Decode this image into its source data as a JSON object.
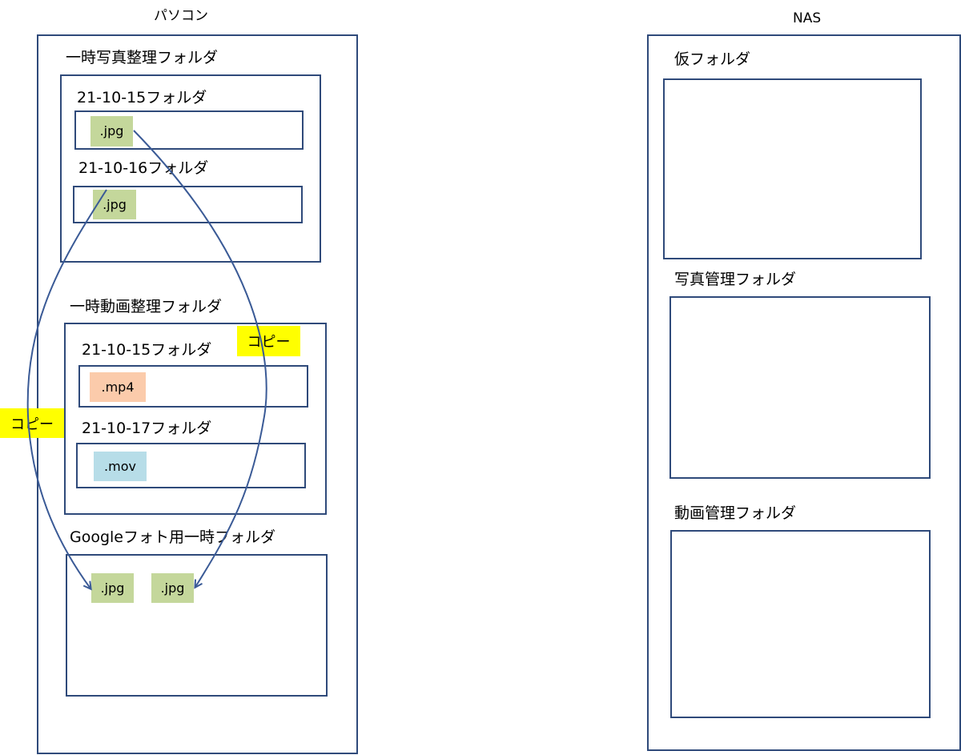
{
  "pc": {
    "title": "パソコン",
    "temp_photo": {
      "label": "一時写真整理フォルダ",
      "folders": [
        {
          "label": "21-10-15フォルダ",
          "file": ".jpg"
        },
        {
          "label": "21-10-16フォルダ",
          "file": ".jpg"
        }
      ]
    },
    "temp_video": {
      "label": "一時動画整理フォルダ",
      "folders": [
        {
          "label": "21-10-15フォルダ",
          "file": ".mp4"
        },
        {
          "label": "21-10-17フォルダ",
          "file": ".mov"
        }
      ]
    },
    "google_temp": {
      "label": "Googleフォト用一時フォルダ",
      "files": [
        ".jpg",
        ".jpg"
      ]
    }
  },
  "nas": {
    "title": "NAS",
    "folders": [
      "仮フォルダ",
      "写真管理フォルダ",
      "動画管理フォルダ"
    ]
  },
  "copy_labels": [
    "コピー",
    "コピー"
  ],
  "colors": {
    "border": "#2f4a7a",
    "jpg": "#c4d79b",
    "mp4": "#fbcbab",
    "mov": "#b7dde8",
    "copy_highlight": "#ffff00"
  }
}
